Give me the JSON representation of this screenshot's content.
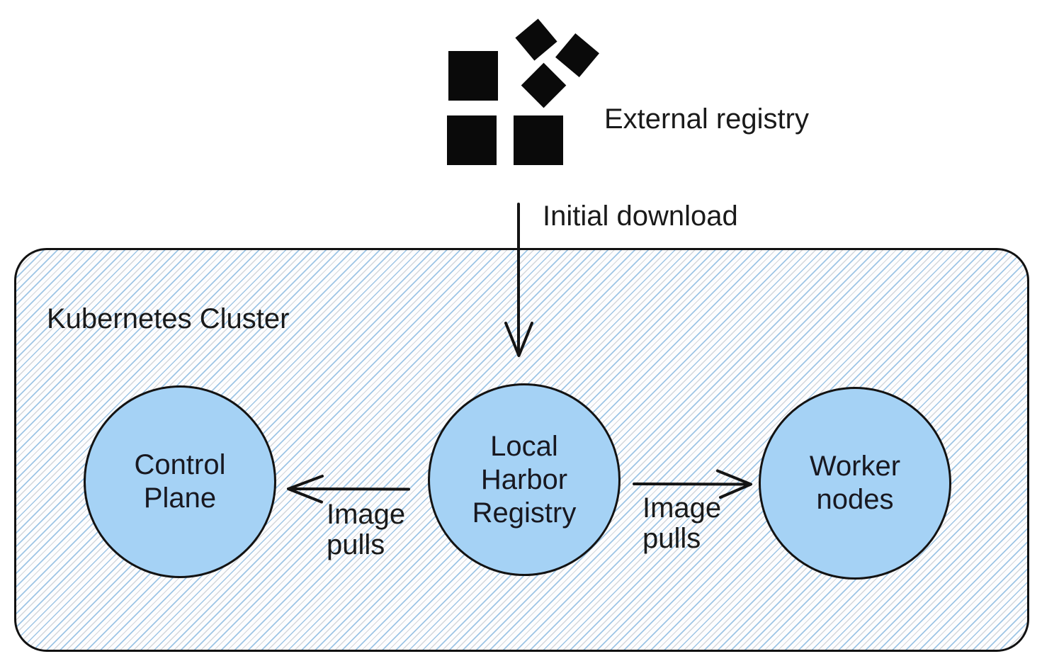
{
  "diagram": {
    "external_registry": {
      "label": "External registry"
    },
    "cluster": {
      "label": "Kubernetes Cluster"
    },
    "nodes": {
      "control_plane": {
        "label": "Control\nPlane"
      },
      "local_harbor_registry": {
        "label": "Local\nHarbor\nRegistry"
      },
      "worker_nodes": {
        "label": "Worker\nnodes"
      }
    },
    "edges": {
      "initial_download": {
        "label": "Initial download"
      },
      "image_pulls_left": {
        "label": "Image\npulls"
      },
      "image_pulls_right": {
        "label": "Image\npulls"
      }
    },
    "colors": {
      "node_fill": "#a5d2f5",
      "node_border": "#131313",
      "cluster_border": "#111111",
      "cluster_background": "#fdfdfe",
      "hatch_blue": "#94bfe2",
      "hatch_gray": "#a0a8b0",
      "icon_black": "#0a0a0a",
      "text": "#1a1a1a"
    }
  }
}
